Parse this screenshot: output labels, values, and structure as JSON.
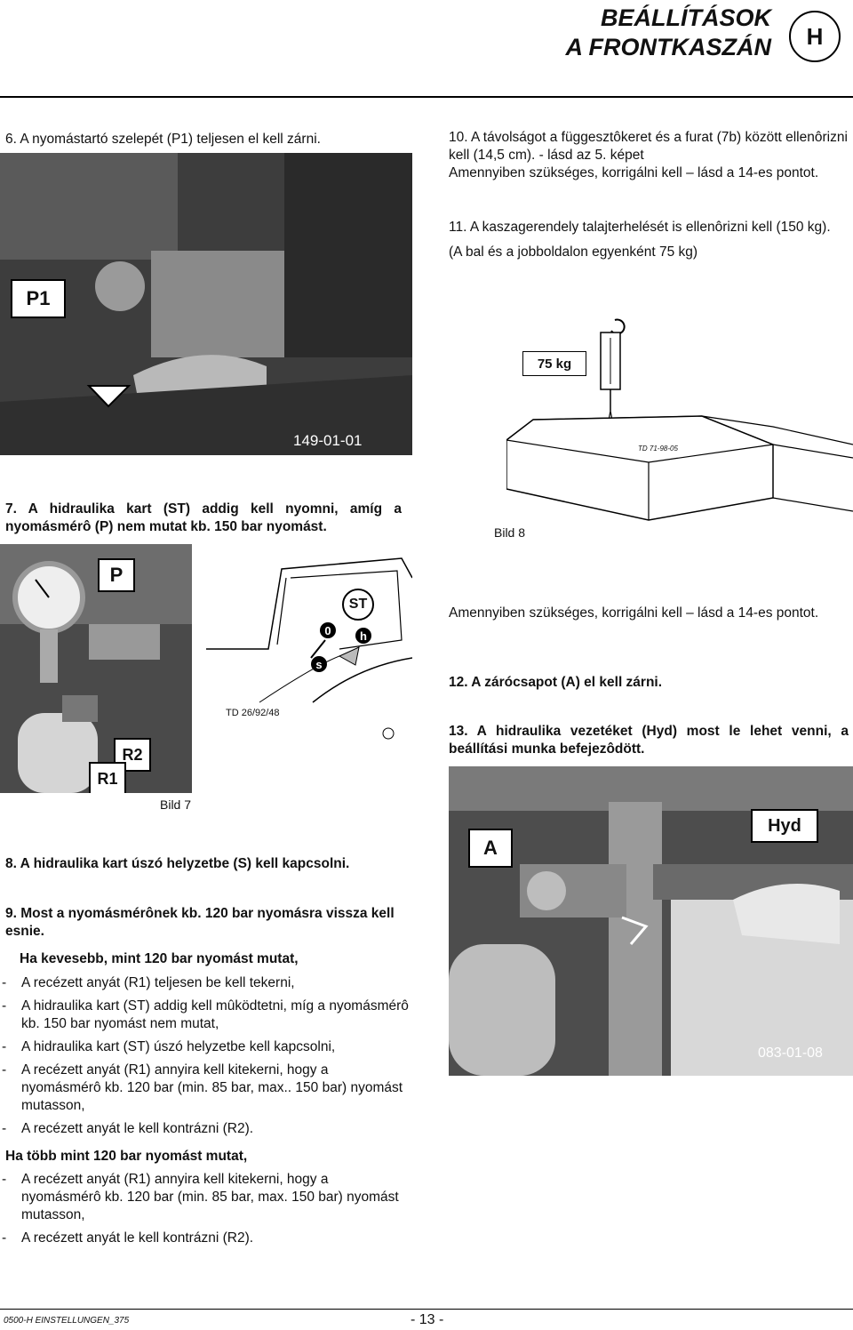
{
  "header": {
    "title_line1": "BEÁLLÍTÁSOK",
    "title_line2": "A FRONTKASZÁN",
    "badge": "H"
  },
  "left": {
    "step6": "6. A nyomástartó szelepét (P1) teljesen el kell zárni.",
    "photo1": {
      "label": "P1",
      "code": "149-01-01"
    },
    "step7": "7. A hidraulika kart (ST) addig kell nyomni, amíg a nyomásmérô (P) nem mutat kb. 150 bar nyomást.",
    "photo2": {
      "label_p": "P",
      "label_r1": "R1",
      "label_r2": "R2"
    },
    "diagram": {
      "st": "ST",
      "zero": "0",
      "h": "h",
      "s": "s",
      "code": "TD 26/92/48"
    },
    "caption7": "Bild 7",
    "step8": "8. A hidraulika kart úszó helyzetbe (S) kell kapcsolni.",
    "step9": "9. Most a nyomásmérônek kb. 120 bar nyomásra vissza kell esnie.",
    "if_less_title": "Ha kevesebb, mint 120 bar nyomást mutat,",
    "if_less_items": [
      "A recézett anyát (R1) teljesen be kell tekerni,",
      "A hidraulika kart (ST) addig kell mûködtetni, míg a nyomásmérô kb. 150 bar nyomást nem mutat,",
      "A hidraulika kart (ST) úszó helyzetbe kell kapcsolni,",
      "A recézett anyát (R1) annyira kell kitekerni, hogy a nyomásmérô kb. 120 bar (min. 85 bar, max.. 150 bar) nyomást mutasson,",
      "A recézett anyát le kell kontrázni (R2)."
    ],
    "if_more_title": "Ha több mint 120 bar nyomást mutat,",
    "if_more_items": [
      "A recézett anyát (R1) annyira kell kitekerni, hogy a nyomásmérô kb. 120 bar (min. 85 bar, max. 150 bar) nyomást mutasson,",
      "A recézett anyát le kell kontrázni (R2)."
    ]
  },
  "right": {
    "step10": "10. A távolságot a függesztôkeret és a furat (7b) között ellenôrizni kell (14,5 cm). - lásd az 5. képet",
    "step10_note": "Amennyiben szükséges, korrigálni kell – lásd a 14-es pontot.",
    "step11": "11. A kaszagerendely talajterhelését is ellenôrizni kell (150 kg).",
    "step11_note": "(A bal és a jobboldalon egyenként 75 kg)",
    "scale": {
      "weight": "75 kg",
      "code": "TD 71-98-05"
    },
    "caption8": "Bild 8",
    "note8": "Amennyiben szükséges, korrigálni kell – lásd a 14-es pontot.",
    "step12": "12. A zárócsapot (A) el kell zárni.",
    "step13": "13. A hidraulika vezetéket (Hyd) most le lehet venni, a beállítási munka befejezôdött.",
    "photo3": {
      "label_a": "A",
      "label_hyd": "Hyd",
      "code": "083-01-08"
    }
  },
  "footer": {
    "doc_code": "0500-H EINSTELLUNGEN_375",
    "page": "- 13 -"
  }
}
